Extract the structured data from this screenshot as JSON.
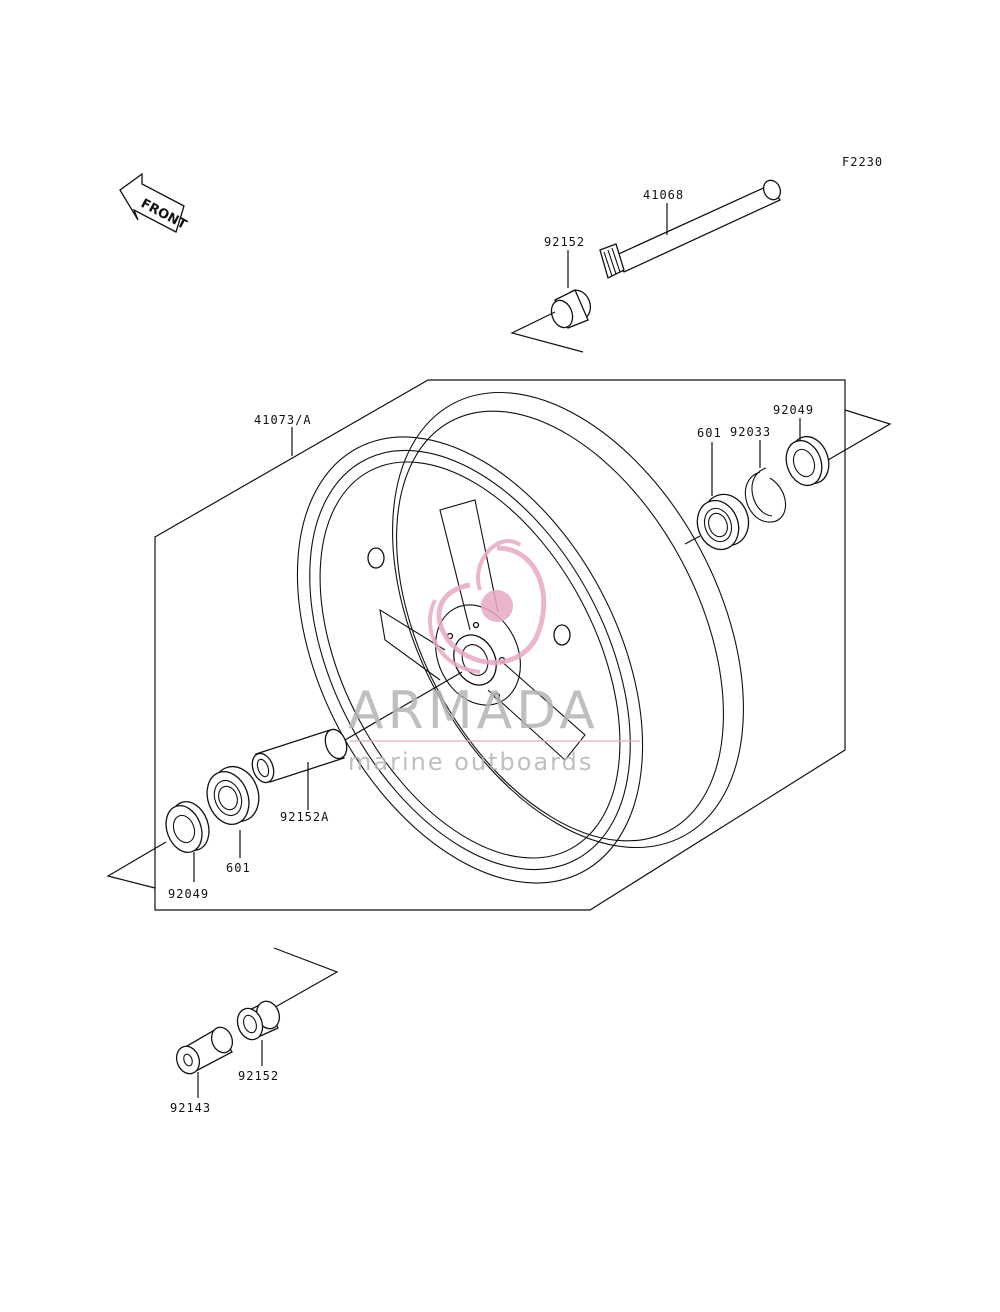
{
  "diagram": {
    "code": "F2230",
    "front_label": "FRONT",
    "watermark": {
      "brand": "ARMADA",
      "tagline": "marine outboards",
      "brand_color": "#b5b5b5",
      "accent_color": "#e8a9c6"
    },
    "parts": {
      "axle": "41068",
      "collar_top": "92152",
      "wheel": "41073/A",
      "seal_right": "92049",
      "circlip": "92033",
      "bearing_right": "601",
      "spacer": "92152A",
      "bearing_left": "601",
      "seal_left": "92049",
      "collar_bottom": "92152",
      "collar_nut": "92143"
    }
  }
}
